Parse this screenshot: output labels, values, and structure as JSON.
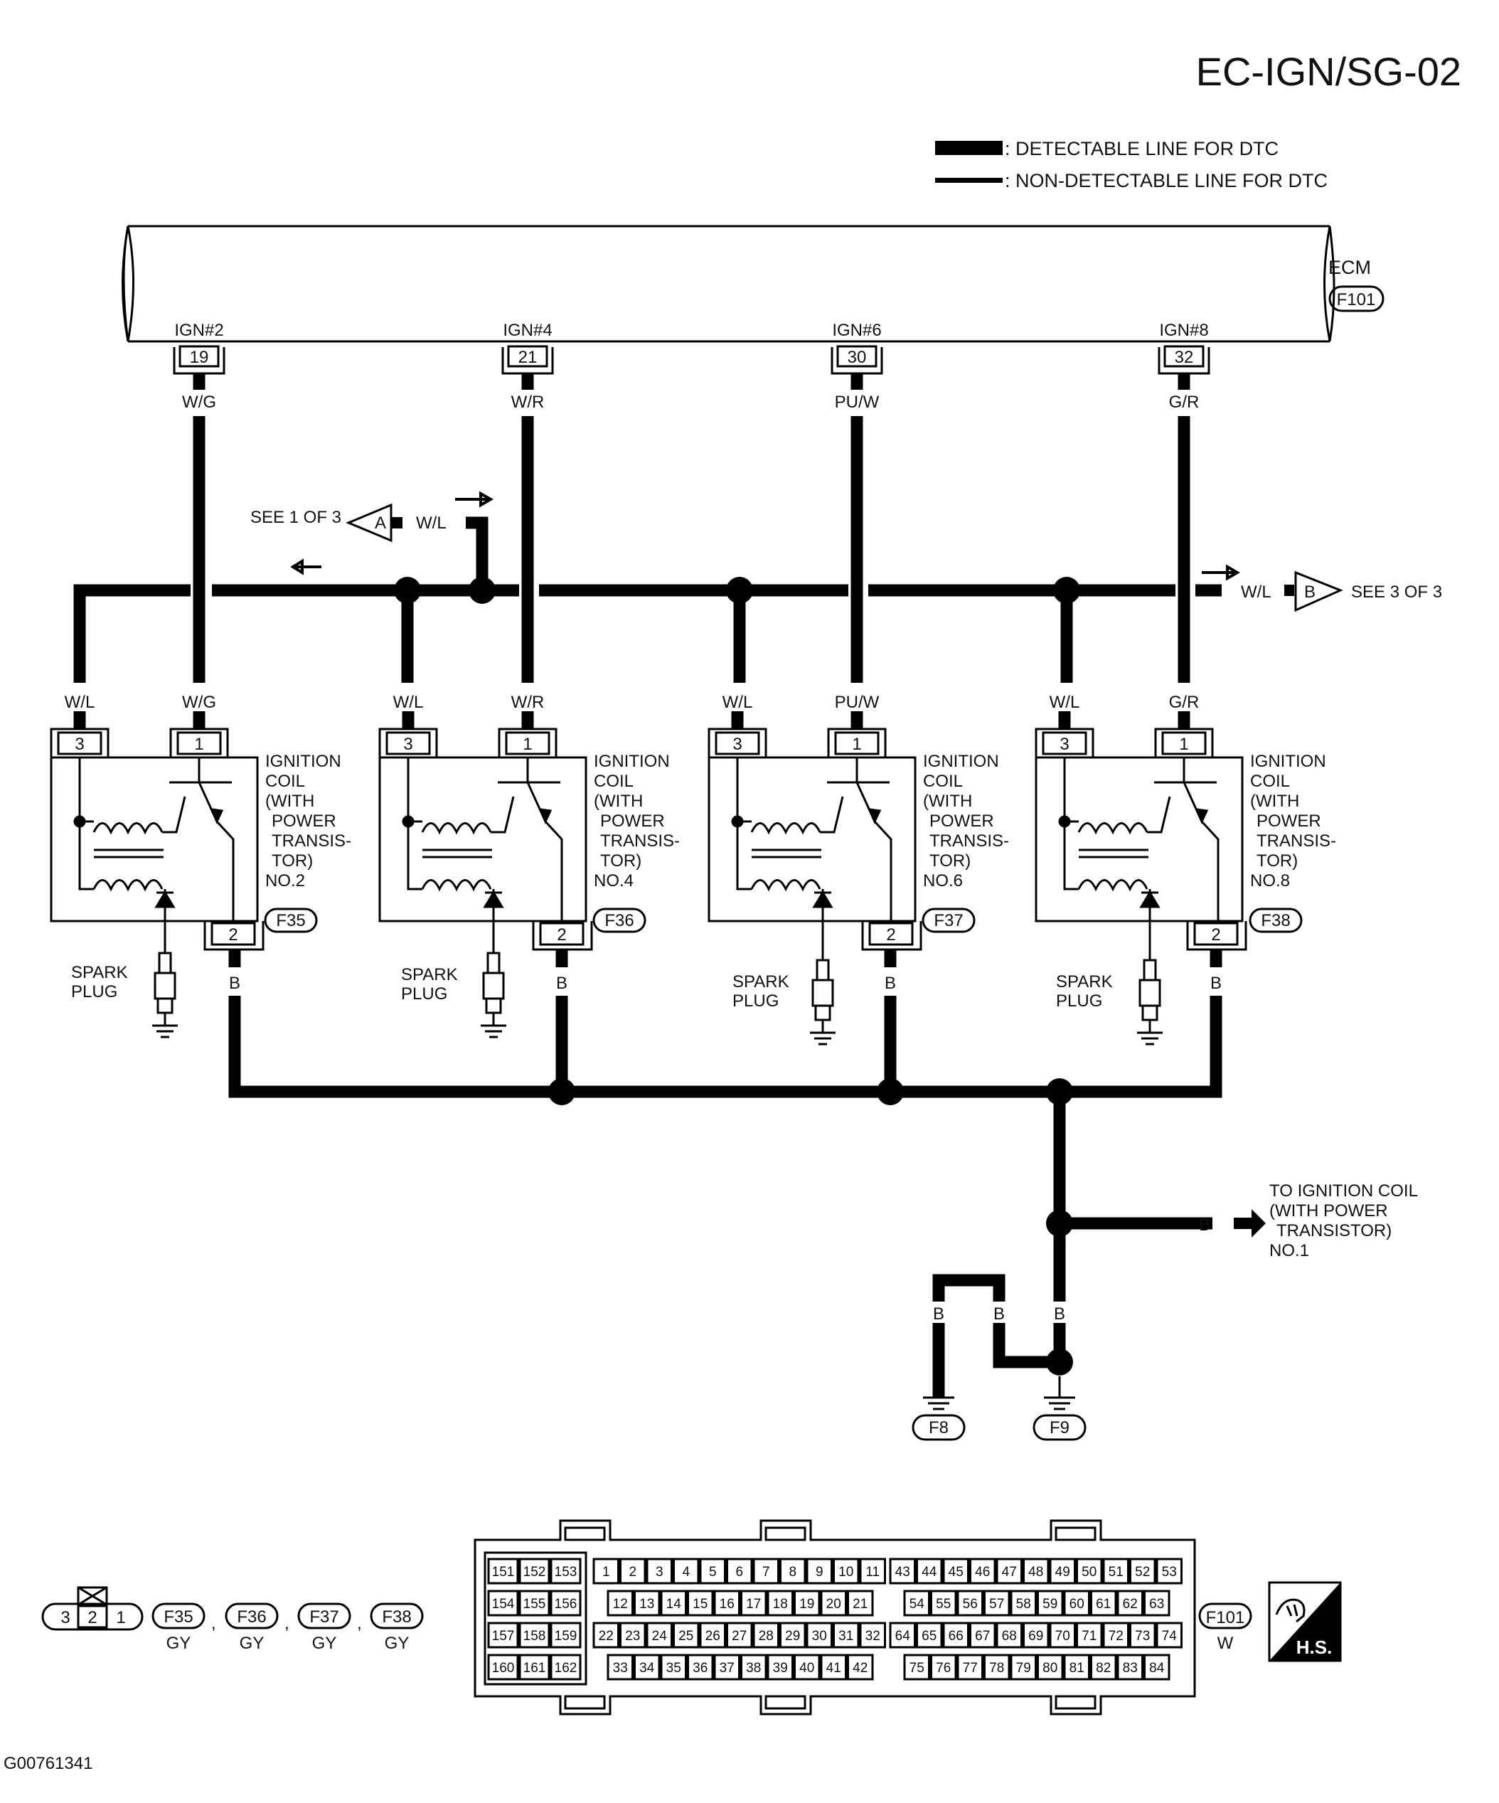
{
  "header": {
    "page_code": "EC-IGN/SG-02"
  },
  "legend": {
    "detectable": ": DETECTABLE LINE FOR DTC",
    "non_detectable": ": NON-DETECTABLE LINE FOR DTC"
  },
  "ecm": {
    "label": "ECM",
    "connector": "F101"
  },
  "ecm_terminals": [
    {
      "label": "IGN#2",
      "pin": "19",
      "wire": "W/G"
    },
    {
      "label": "IGN#4",
      "pin": "21",
      "wire": "W/R"
    },
    {
      "label": "IGN#6",
      "pin": "30",
      "wire": "PU/W"
    },
    {
      "label": "IGN#8",
      "pin": "32",
      "wire": "G/R"
    }
  ],
  "refs": {
    "left_text": "SEE 1 OF 3",
    "left_letter": "A",
    "left_wire": "W/L",
    "right_text": "SEE 3 OF 3",
    "right_letter": "B",
    "right_wire": "W/L"
  },
  "coils": [
    {
      "pin3": "3",
      "pin1": "1",
      "pin2": "2",
      "wire3": "W/L",
      "wire1": "W/G",
      "wire2": "B",
      "name": [
        "IGNITION",
        "COIL",
        "(WITH",
        "POWER",
        "TRANSIS-",
        "TOR)",
        "NO.2"
      ],
      "connector": "F35",
      "spark": [
        "SPARK",
        "PLUG"
      ]
    },
    {
      "pin3": "3",
      "pin1": "1",
      "pin2": "2",
      "wire3": "W/L",
      "wire1": "W/R",
      "wire2": "B",
      "name": [
        "IGNITION",
        "COIL",
        "(WITH",
        "POWER",
        "TRANSIS-",
        "TOR)",
        "NO.4"
      ],
      "connector": "F36",
      "spark": [
        "SPARK",
        "PLUG"
      ]
    },
    {
      "pin3": "3",
      "pin1": "1",
      "pin2": "2",
      "wire3": "W/L",
      "wire1": "PU/W",
      "wire2": "B",
      "name": [
        "IGNITION",
        "COIL",
        "(WITH",
        "POWER",
        "TRANSIS-",
        "TOR)",
        "NO.6"
      ],
      "connector": "F37",
      "spark": [
        "SPARK",
        "PLUG"
      ]
    },
    {
      "pin3": "3",
      "pin1": "1",
      "pin2": "2",
      "wire3": "W/L",
      "wire1": "G/R",
      "wire2": "B",
      "name": [
        "IGNITION",
        "COIL",
        "(WITH",
        "POWER",
        "TRANSIS-",
        "TOR)",
        "NO.8"
      ],
      "connector": "F38",
      "spark": [
        "SPARK",
        "PLUG"
      ]
    }
  ],
  "ground": {
    "to_text": [
      "TO IGNITION COIL",
      "(WITH POWER",
      "TRANSISTOR)",
      "NO.1"
    ],
    "to_wire": "B",
    "wire_left": "B",
    "wire_mid": "B",
    "wire_right": "B",
    "g1": "F8",
    "g2": "F9"
  },
  "connector_key": {
    "pins": [
      "3",
      "2",
      "1"
    ],
    "items": [
      {
        "id": "F35",
        "color": "GY"
      },
      {
        "id": "F36",
        "color": "GY"
      },
      {
        "id": "F37",
        "color": "GY"
      },
      {
        "id": "F38",
        "color": "GY"
      }
    ],
    "f101": {
      "id": "F101",
      "color": "W"
    },
    "hs": "H.S."
  },
  "ecm_connector": {
    "rows": [
      {
        "left": [
          "151",
          "152",
          "153"
        ],
        "mid": [
          "1",
          "2",
          "3",
          "4",
          "5",
          "6",
          "7",
          "8",
          "9",
          "10",
          "11"
        ],
        "right": [
          "43",
          "44",
          "45",
          "46",
          "47",
          "48",
          "49",
          "50",
          "51",
          "52",
          "53"
        ]
      },
      {
        "left": [
          "154",
          "155",
          "156"
        ],
        "mid": [
          "12",
          "13",
          "14",
          "15",
          "16",
          "17",
          "18",
          "19",
          "20",
          "21"
        ],
        "right": [
          "54",
          "55",
          "56",
          "57",
          "58",
          "59",
          "60",
          "61",
          "62",
          "63"
        ]
      },
      {
        "left": [
          "157",
          "158",
          "159"
        ],
        "mid": [
          "22",
          "23",
          "24",
          "25",
          "26",
          "27",
          "28",
          "29",
          "30",
          "31",
          "32"
        ],
        "right": [
          "64",
          "65",
          "66",
          "67",
          "68",
          "69",
          "70",
          "71",
          "72",
          "73",
          "74"
        ]
      },
      {
        "left": [
          "160",
          "161",
          "162"
        ],
        "mid": [
          "33",
          "34",
          "35",
          "36",
          "37",
          "38",
          "39",
          "40",
          "41",
          "42"
        ],
        "right": [
          "75",
          "76",
          "77",
          "78",
          "79",
          "80",
          "81",
          "82",
          "83",
          "84"
        ]
      }
    ]
  },
  "footer": {
    "figure_id": "G00761341"
  }
}
